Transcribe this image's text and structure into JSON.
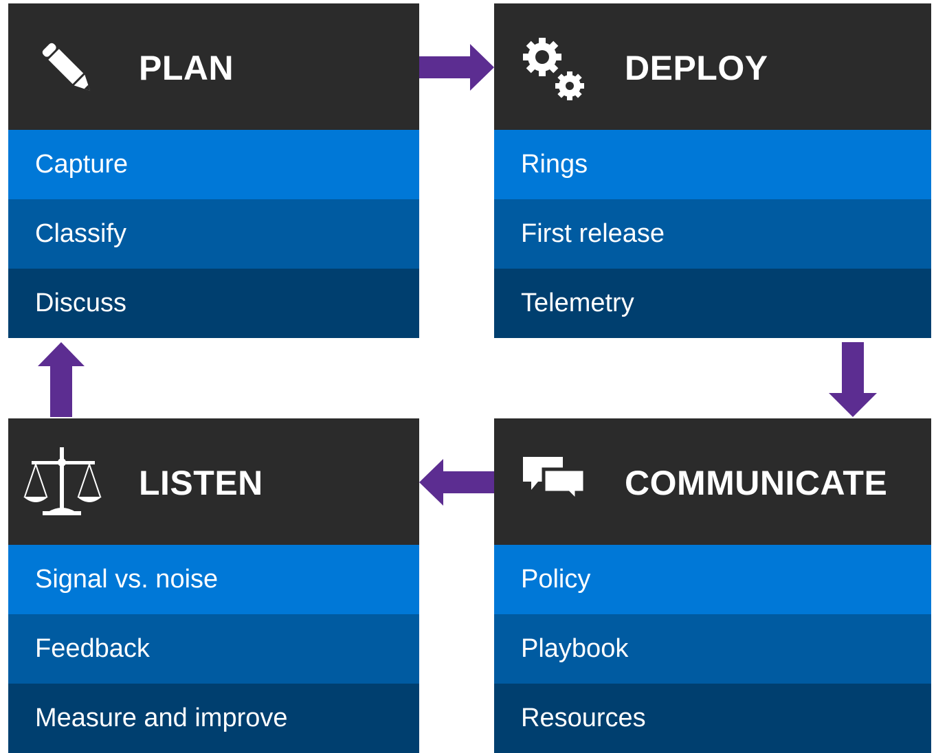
{
  "colors": {
    "header_bg": "#2b2b2b",
    "row_1": "#0078d7",
    "row_2": "#005ba1",
    "row_3": "#003f6f",
    "arrow": "#5c2d91",
    "text": "#ffffff"
  },
  "cards": {
    "plan": {
      "title": "PLAN",
      "icon": "pencil-icon",
      "items": [
        "Capture",
        "Classify",
        "Discuss"
      ]
    },
    "deploy": {
      "title": "DEPLOY",
      "icon": "gears-icon",
      "items": [
        "Rings",
        "First release",
        "Telemetry"
      ]
    },
    "communicate": {
      "title": "COMMUNICATE",
      "icon": "chat-bubbles-icon",
      "items": [
        "Policy",
        "Playbook",
        "Resources"
      ]
    },
    "listen": {
      "title": "LISTEN",
      "icon": "scales-icon",
      "items": [
        "Signal vs. noise",
        "Feedback",
        "Measure and improve"
      ]
    }
  },
  "flow": [
    "plan",
    "deploy",
    "communicate",
    "listen"
  ]
}
